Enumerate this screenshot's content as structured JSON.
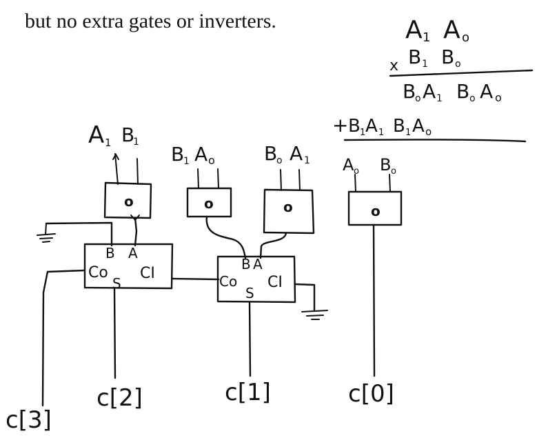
{
  "header_text": "but no extra gates or inverters.",
  "multiplication": {
    "multiplicand": [
      "A",
      "A"
    ],
    "multiplicand_sub": [
      "1",
      "o"
    ],
    "multiplier": [
      "B",
      "B"
    ],
    "multiplier_sub": [
      "1",
      "o"
    ],
    "times_sign": "x",
    "row1": [
      "B",
      "A",
      "B",
      "A"
    ],
    "row1_sub": [
      "o",
      "1",
      "o",
      "o"
    ],
    "plus_sign": "+",
    "row2": [
      "B",
      "A",
      "B",
      "A"
    ],
    "row2_sub": [
      "1",
      "1",
      "1",
      "o"
    ]
  },
  "and_gates": [
    {
      "inputs": [
        "A",
        "B"
      ],
      "subs": [
        "1",
        "1"
      ],
      "symbol": "o"
    },
    {
      "inputs": [
        "B",
        "A"
      ],
      "subs": [
        "1",
        "o"
      ],
      "symbol": "o"
    },
    {
      "inputs": [
        "B",
        "A"
      ],
      "subs": [
        "o",
        "1"
      ],
      "symbol": "o"
    },
    {
      "inputs": [
        "A",
        "B"
      ],
      "subs": [
        "o",
        "o"
      ],
      "symbol": "o"
    }
  ],
  "full_adders": [
    {
      "pins": {
        "b": "B",
        "a": "A",
        "co": "Co",
        "ci": "CI",
        "s": "S"
      }
    },
    {
      "pins": {
        "b": "B",
        "a": "A",
        "co": "Co",
        "ci": "CI",
        "s": "S"
      }
    }
  ],
  "outputs": [
    "c[3]",
    "c[2]",
    "c[1]",
    "c[0]"
  ]
}
